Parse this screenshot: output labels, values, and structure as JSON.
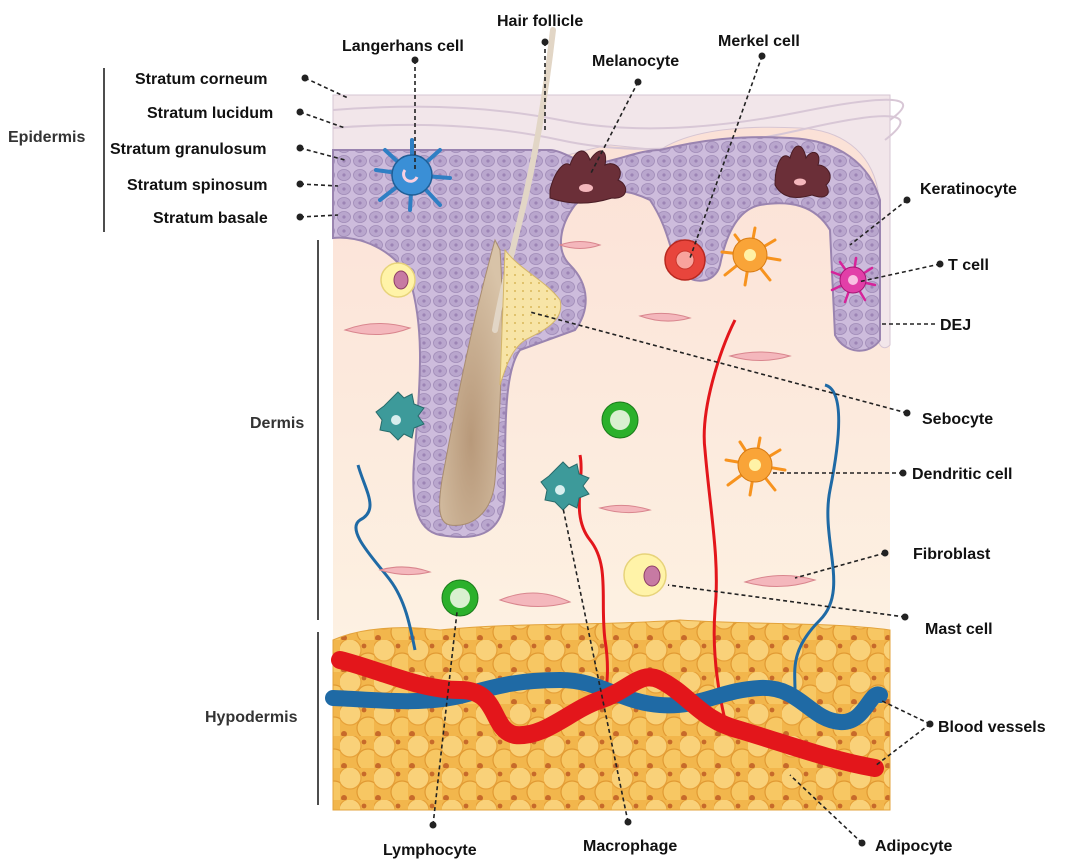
{
  "labels": {
    "stratum_corneum": "Stratum corneum",
    "stratum_lucidum": "Stratum lucidum",
    "stratum_granulosum": "Stratum granulosum",
    "stratum_spinosum": "Stratum spinosum",
    "stratum_basale": "Stratum basale",
    "langerhans_cell": "Langerhans cell",
    "hair_follicle": "Hair follicle",
    "melanocyte": "Melanocyte",
    "merkel_cell": "Merkel cell",
    "keratinocyte": "Keratinocyte",
    "t_cell": "T cell",
    "dej": "DEJ",
    "sebocyte": "Sebocyte",
    "dendritic_cell": "Dendritic cell",
    "fibroblast": "Fibroblast",
    "mast_cell": "Mast cell",
    "blood_vessels": "Blood vessels",
    "adipocyte": "Adipocyte",
    "lymphocyte": "Lymphocyte",
    "macrophage": "Macrophage"
  },
  "sections": {
    "epidermis": "Epidermis",
    "dermis": "Dermis",
    "hypodermis": "Hypodermis"
  },
  "colors": {
    "epidermis_layer": "#c9b9d8",
    "dermis_bg": "#fbe3d9",
    "hypodermis_fat": "#f5c15a",
    "artery": "#e3161b",
    "vein": "#1f6aa5",
    "langerhans": "#2f7fc4",
    "melanocyte": "#6b2f38",
    "merkel": "#e8453c",
    "dendritic": "#f7931e",
    "t_cell": "#d6249a",
    "macrophage": "#3d9a9a",
    "lymphocyte": "#2bb02b",
    "mast": "#fff3a8",
    "fibroblast": "#f4b7bc",
    "hair": "#b59a7e"
  }
}
